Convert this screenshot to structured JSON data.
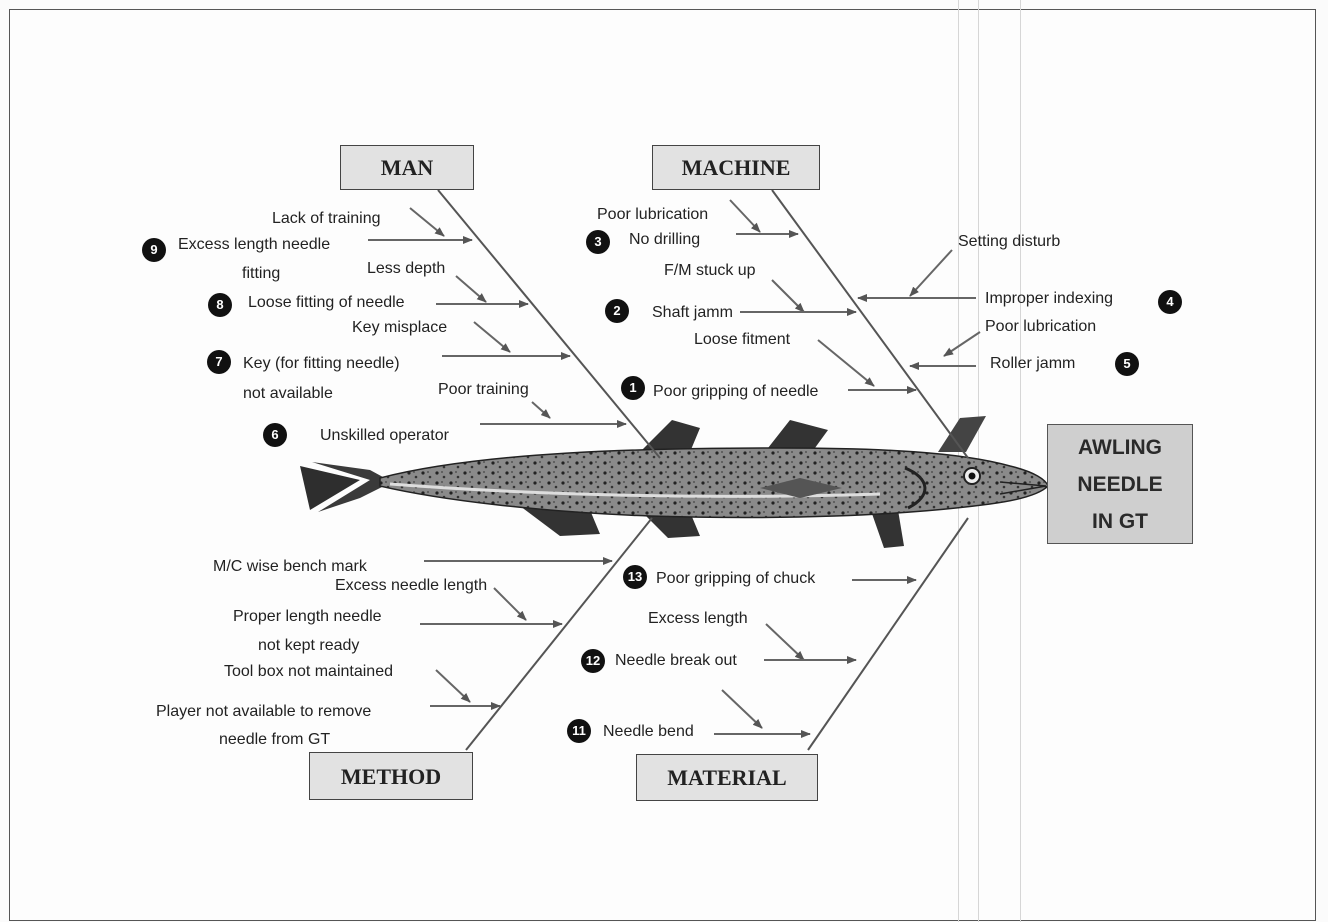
{
  "effect": {
    "lines": [
      "AWLING",
      "NEEDLE",
      "IN GT"
    ]
  },
  "categories": {
    "man": "MAN",
    "machine": "MACHINE",
    "method": "METHOD",
    "material": "MATERIAL"
  },
  "causes": {
    "lack_of_training": "Lack of training",
    "excess_length_needle": "Excess length needle",
    "fitting": "fitting",
    "less_depth": "Less depth",
    "loose_fitting_needle": "Loose fitting of needle",
    "key_misplace": "Key misplace",
    "key_for_fitting": "Key (for fitting needle)",
    "not_available": "not available",
    "poor_training": "Poor training",
    "unskilled_operator": "Unskilled operator",
    "poor_lubrication_1": "Poor lubrication",
    "no_drilling": "No drilling",
    "fm_stuck_up": "F/M stuck up",
    "shaft_jamm": "Shaft jamm",
    "loose_fitment": "Loose fitment",
    "poor_gripping_needle": "Poor gripping of needle",
    "setting_disturb": "Setting disturb",
    "improper_indexing": "Improper indexing",
    "poor_lubrication_2": "Poor lubrication",
    "roller_jamm": "Roller jamm",
    "mc_wise_bench_mark": "M/C wise bench mark",
    "excess_needle_length": "Excess needle length",
    "proper_length_needle": "Proper length needle",
    "not_kept_ready": "not kept ready",
    "tool_box": "Tool box not maintained",
    "player_not_available": "Player not available to remove",
    "needle_from_gt": "needle from GT",
    "poor_gripping_chuck": "Poor gripping of chuck",
    "excess_length": "Excess length",
    "needle_break_out": "Needle break out",
    "needle_bend": "Needle bend"
  },
  "badges": {
    "b1": "1",
    "b2": "2",
    "b3": "3",
    "b4": "4",
    "b5": "5",
    "b6": "6",
    "b7": "7",
    "b8": "8",
    "b9": "9",
    "b11": "11",
    "b12": "12",
    "b13": "13"
  }
}
